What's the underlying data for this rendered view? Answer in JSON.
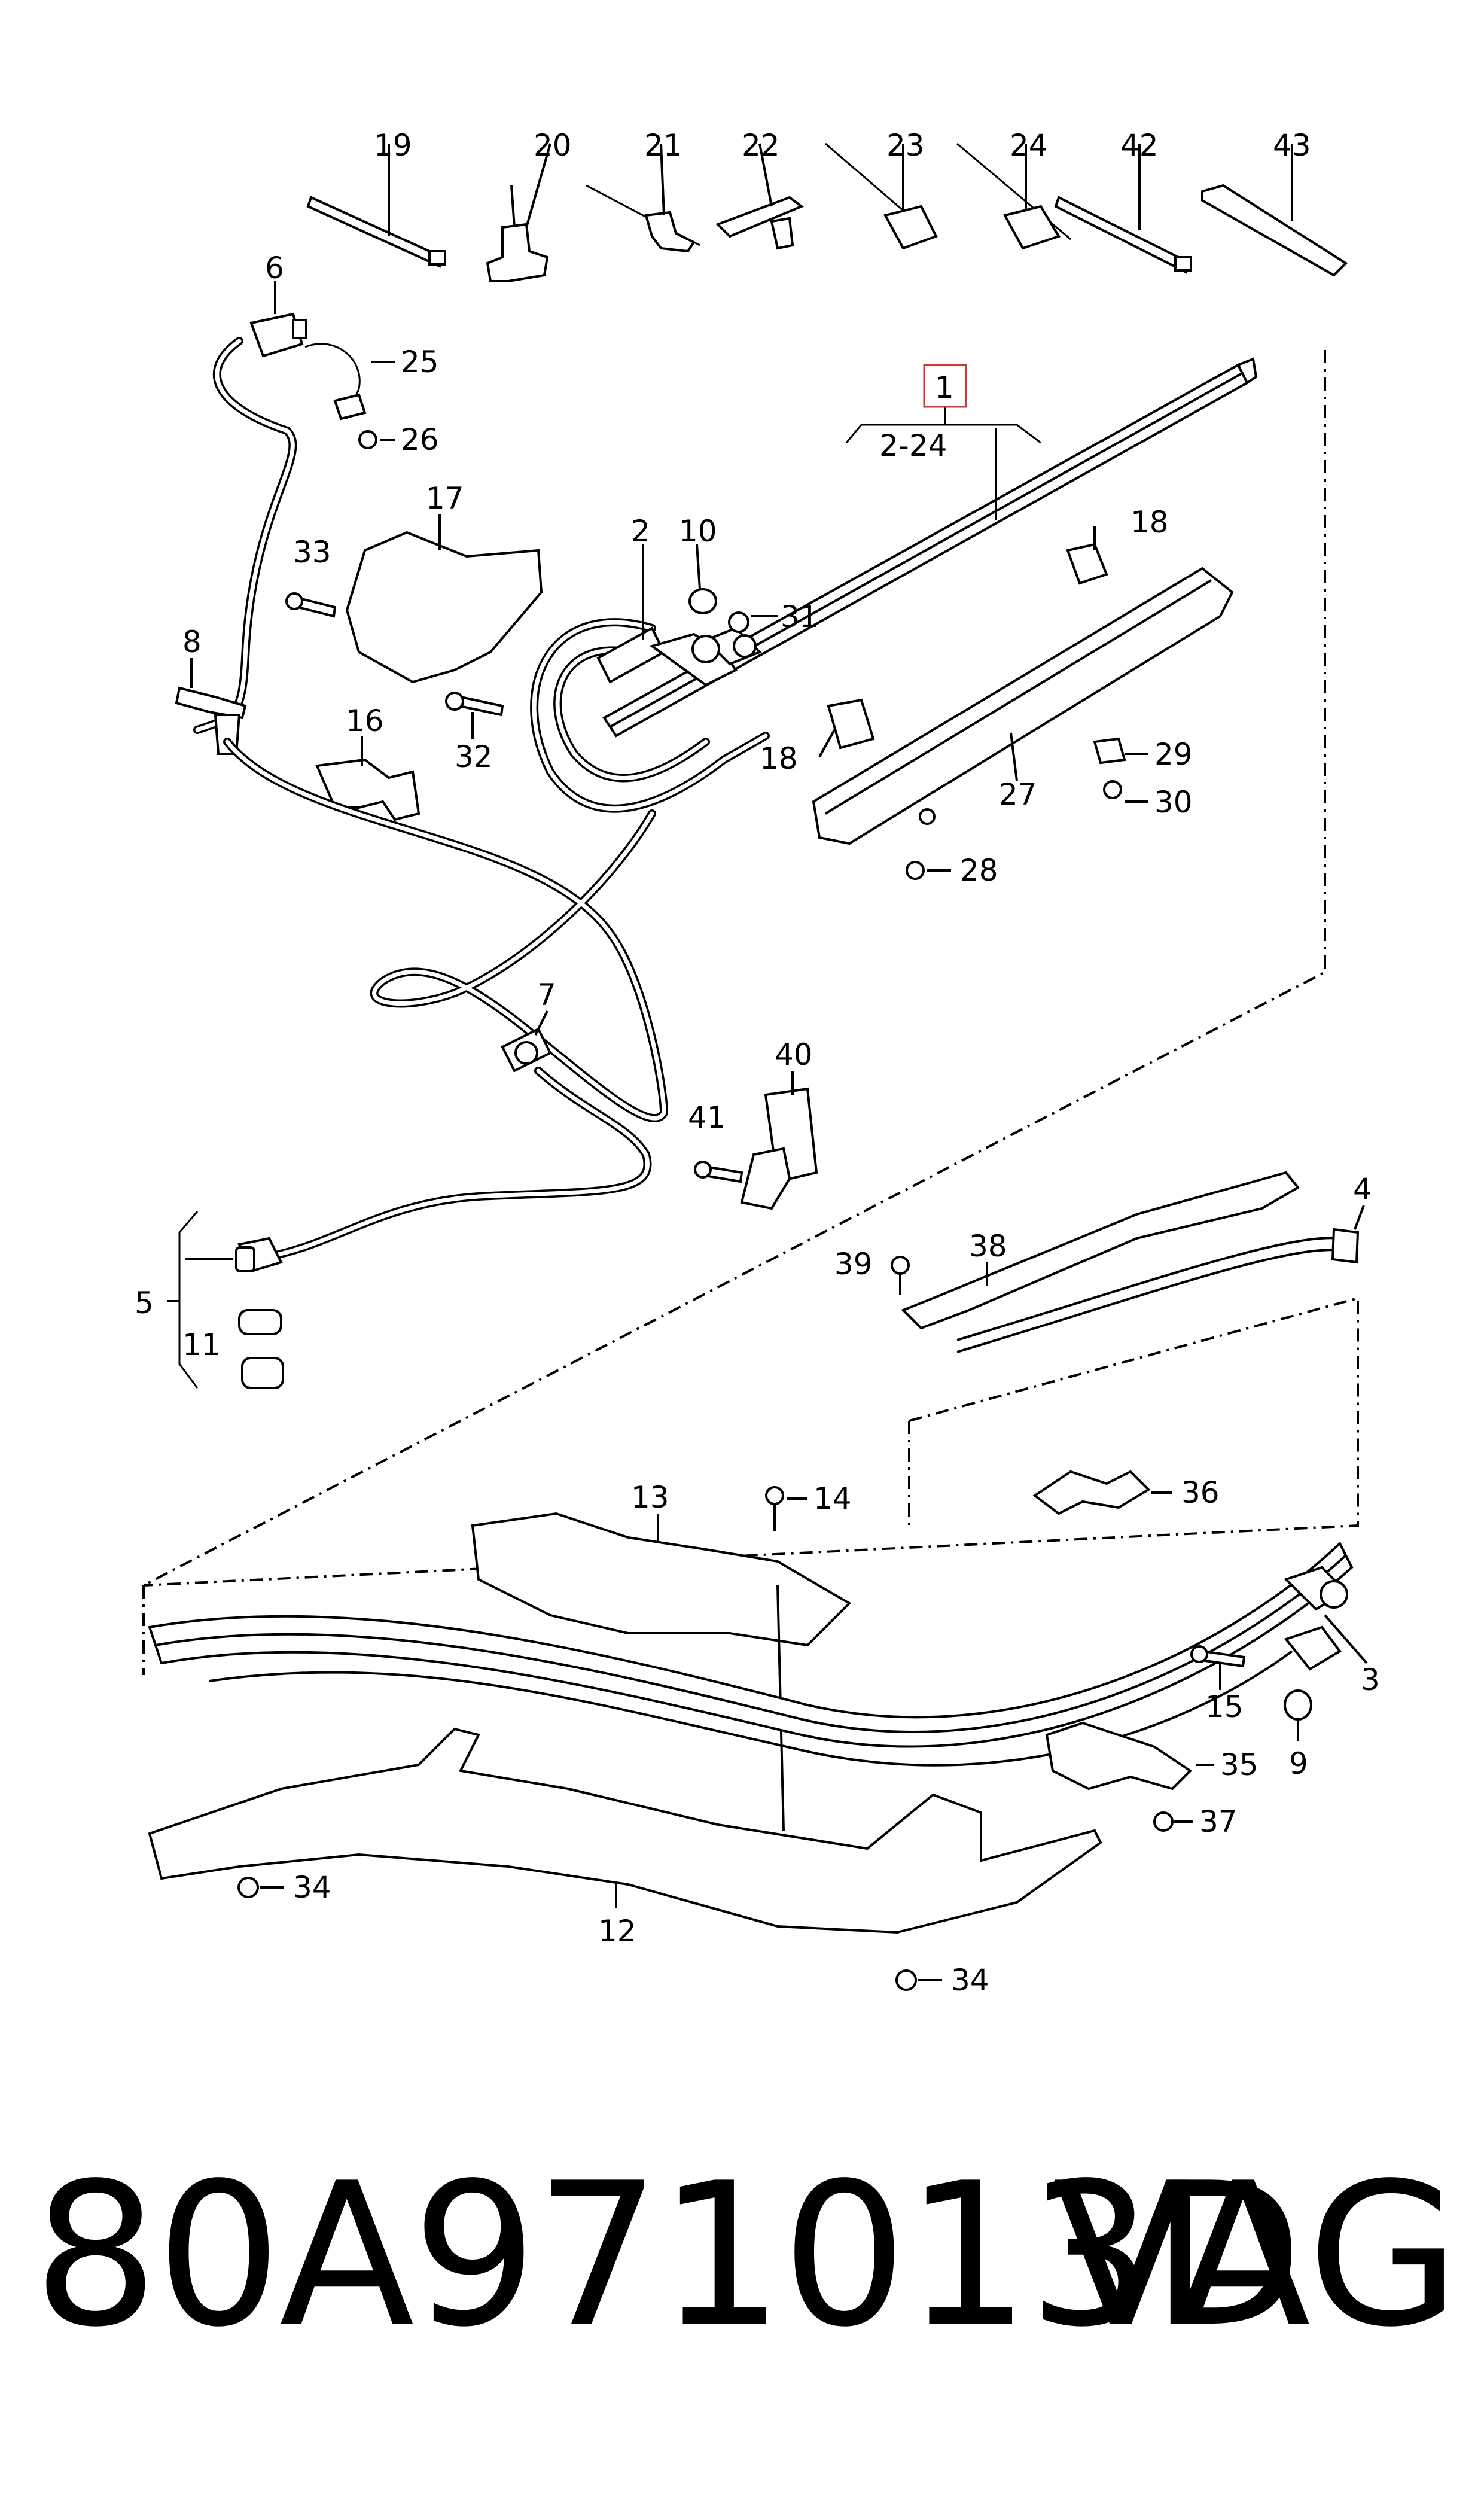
{
  "diagram": {
    "callouts": {
      "c1": "1",
      "c2": "2",
      "c2_24": "2-24",
      "c3": "3",
      "c4": "4",
      "c5": "5",
      "c6": "6",
      "c7": "7",
      "c8": "8",
      "c9": "9",
      "c10": "10",
      "c11": "11",
      "c12": "12",
      "c13": "13",
      "c14": "14",
      "c15": "15",
      "c16": "16",
      "c17": "17",
      "c18a": "18",
      "c18b": "18",
      "c19": "19",
      "c20": "20",
      "c21": "21",
      "c22": "22",
      "c23": "23",
      "c24": "24",
      "c25": "25",
      "c26": "26",
      "c27": "27",
      "c28": "28",
      "c29": "29",
      "c30": "30",
      "c31": "31",
      "c32": "32",
      "c33": "33",
      "c34a": "34",
      "c34b": "34",
      "c35": "35",
      "c36": "36",
      "c37": "37",
      "c38": "38",
      "c39": "39",
      "c40": "40",
      "c41": "41",
      "c42": "42",
      "c43": "43"
    },
    "highlight_color": "#d9342b"
  },
  "footer": {
    "part_number": "80A971013D",
    "brand": "VAG"
  }
}
